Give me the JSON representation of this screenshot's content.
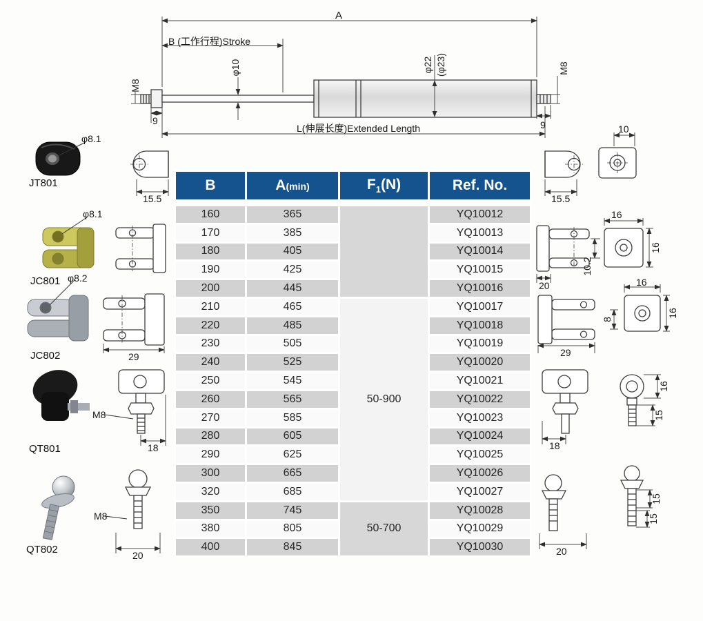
{
  "spring_drawing": {
    "overall_length": "A",
    "stroke": "B (工作行程)Stroke",
    "rod_dia": "φ10",
    "tube_dia": "φ22",
    "tube_dia2": "(φ23)",
    "thread_left": "M8",
    "thread_right": "M8",
    "thread_len_left": "9",
    "thread_len_right": "9",
    "extended_length": "L(伸展长度)Extended Length",
    "eyelet_width_left": "15.5",
    "eyelet_width_right": "15.5",
    "bracket_slot": "10"
  },
  "fittings": {
    "jt801": {
      "name": "JT801",
      "hole_dia": "φ8.1"
    },
    "jc801": {
      "name": "JC801",
      "hole_dia": "φ8.1",
      "width": "20",
      "square_top": "16",
      "square_side": "16",
      "slot": "10.2"
    },
    "jc802": {
      "name": "JC802",
      "hole_dia": "φ8.2",
      "width_left": "29",
      "width_right": "29",
      "square_top": "16",
      "square_side": "16",
      "slot": "8"
    },
    "qt801": {
      "name": "QT801",
      "thread": "M8",
      "width_left": "18",
      "width_right": "18",
      "ring": "16",
      "stud": "15"
    },
    "qt802": {
      "name": "QT802",
      "thread": "M8",
      "width_left": "20",
      "width_right": "20",
      "stud_a": "15",
      "stud_b": "15"
    }
  },
  "table": {
    "headers": {
      "b": "B",
      "a_main": "A",
      "a_paren": "(min)",
      "f_main": "F",
      "f_sub": "1",
      "f_paren": "(N)",
      "ref": "Ref. No."
    },
    "rows": [
      {
        "b": "160",
        "a": "365",
        "ref": "YQ10012"
      },
      {
        "b": "170",
        "a": "385",
        "ref": "YQ10013"
      },
      {
        "b": "180",
        "a": "405",
        "ref": "YQ10014"
      },
      {
        "b": "190",
        "a": "425",
        "ref": "YQ10015"
      },
      {
        "b": "200",
        "a": "445",
        "ref": "YQ10016"
      },
      {
        "b": "210",
        "a": "465",
        "ref": "YQ10017"
      },
      {
        "b": "220",
        "a": "485",
        "ref": "YQ10018"
      },
      {
        "b": "230",
        "a": "505",
        "ref": "YQ10019"
      },
      {
        "b": "240",
        "a": "525",
        "ref": "YQ10020"
      },
      {
        "b": "250",
        "a": "545",
        "ref": "YQ10021"
      },
      {
        "b": "260",
        "a": "565",
        "ref": "YQ10022"
      },
      {
        "b": "270",
        "a": "585",
        "ref": "YQ10023"
      },
      {
        "b": "280",
        "a": "605",
        "ref": "YQ10024"
      },
      {
        "b": "290",
        "a": "625",
        "ref": "YQ10025"
      },
      {
        "b": "300",
        "a": "665",
        "ref": "YQ10026"
      },
      {
        "b": "320",
        "a": "685",
        "ref": "YQ10027"
      },
      {
        "b": "350",
        "a": "745",
        "ref": "YQ10028"
      },
      {
        "b": "380",
        "a": "805",
        "ref": "YQ10029"
      },
      {
        "b": "400",
        "a": "845",
        "ref": "YQ10030"
      }
    ],
    "f1_groups": [
      {
        "rows": 5,
        "value": ""
      },
      {
        "rows": 11,
        "value": "50-900"
      },
      {
        "rows": 3,
        "value": "50-700"
      }
    ]
  }
}
